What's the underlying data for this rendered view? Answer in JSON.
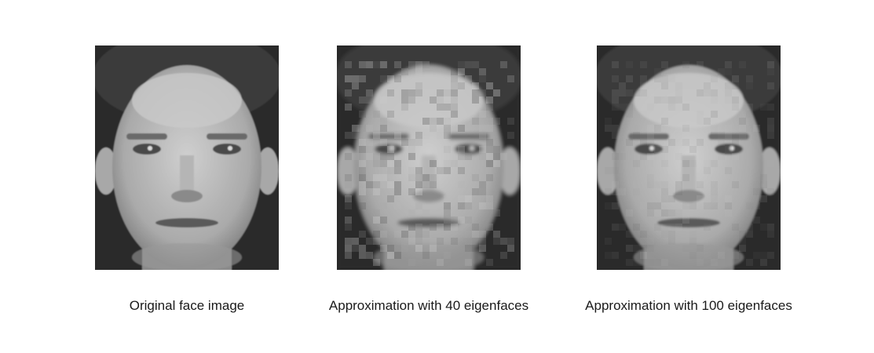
{
  "panels": [
    {
      "caption": "Original face image",
      "blur": 0,
      "noise": 0
    },
    {
      "caption": "Approximation with 40 eigenfaces",
      "blur": 1.6,
      "noise": 0.35
    },
    {
      "caption": "Approximation with 100 eigenfaces",
      "blur": 0.6,
      "noise": 0.12
    }
  ]
}
